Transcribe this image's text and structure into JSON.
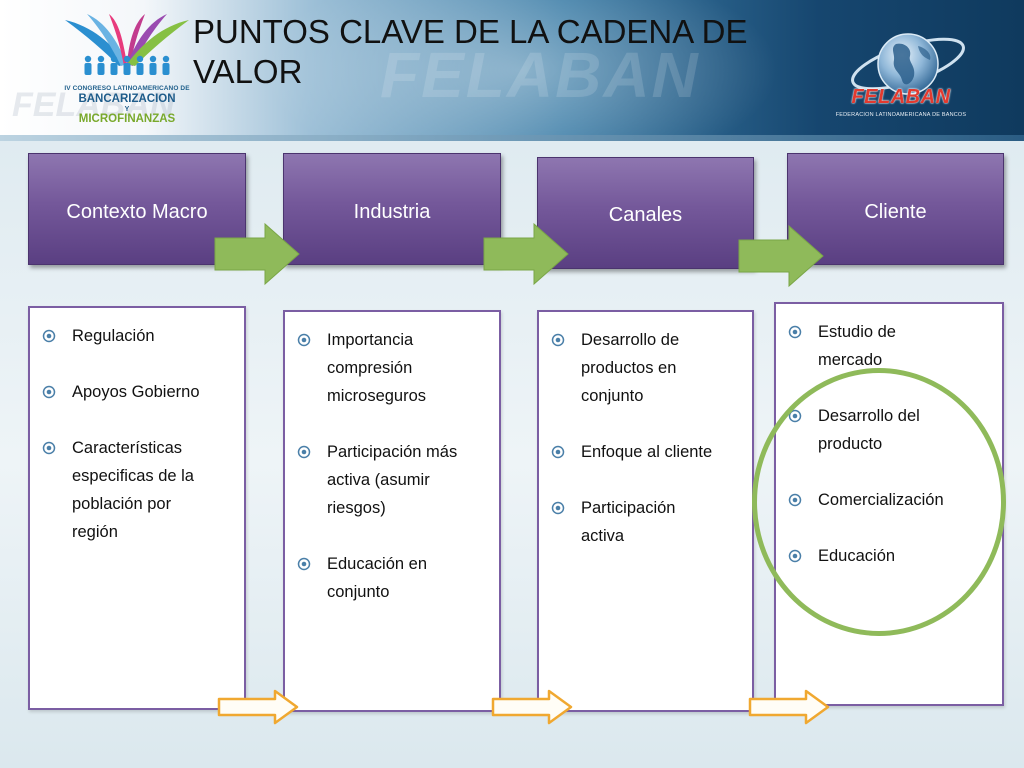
{
  "slide": {
    "title": "PUNTOS CLAVE DE LA CADENA DE VALOR",
    "colors": {
      "stage_fill": "#74589a",
      "panel_border": "#7b5ea3",
      "green_arrow": "#8fba5a",
      "orange_arrow": "#f0a830",
      "highlight_circle": "#8fba5a"
    }
  },
  "logos": {
    "congress": {
      "line1": "IV CONGRESO LATINOAMERICANO DE",
      "line2": "BANCARIZACION",
      "line3": "Y",
      "line4": "MICROFINANZAS",
      "watermark": "FELABAN",
      "icon": "people-fan-logo"
    },
    "felaban": {
      "brand": "FELABAN",
      "subtitle": "FEDERACION LATINOAMERICANA DE BANCOS",
      "icon": "globe-orbit-logo",
      "watermark": "FELABAN"
    }
  },
  "stages": [
    {
      "label": "Contexto Macro",
      "items": [
        "Regulación",
        "Apoyos Gobierno",
        "Características especificas de la población por región"
      ]
    },
    {
      "label": "Industria",
      "items": [
        "Importancia compresión microseguros",
        "Participación más activa (asumir riesgos)",
        "Educación en conjunto"
      ]
    },
    {
      "label": "Canales",
      "items": [
        "Desarrollo de productos en conjunto",
        "Enfoque al cliente",
        "Participación activa"
      ]
    },
    {
      "label": "Cliente",
      "items": [
        "Estudio de mercado",
        "Desarrollo del producto",
        "Comercialización",
        "Educación"
      ]
    }
  ]
}
